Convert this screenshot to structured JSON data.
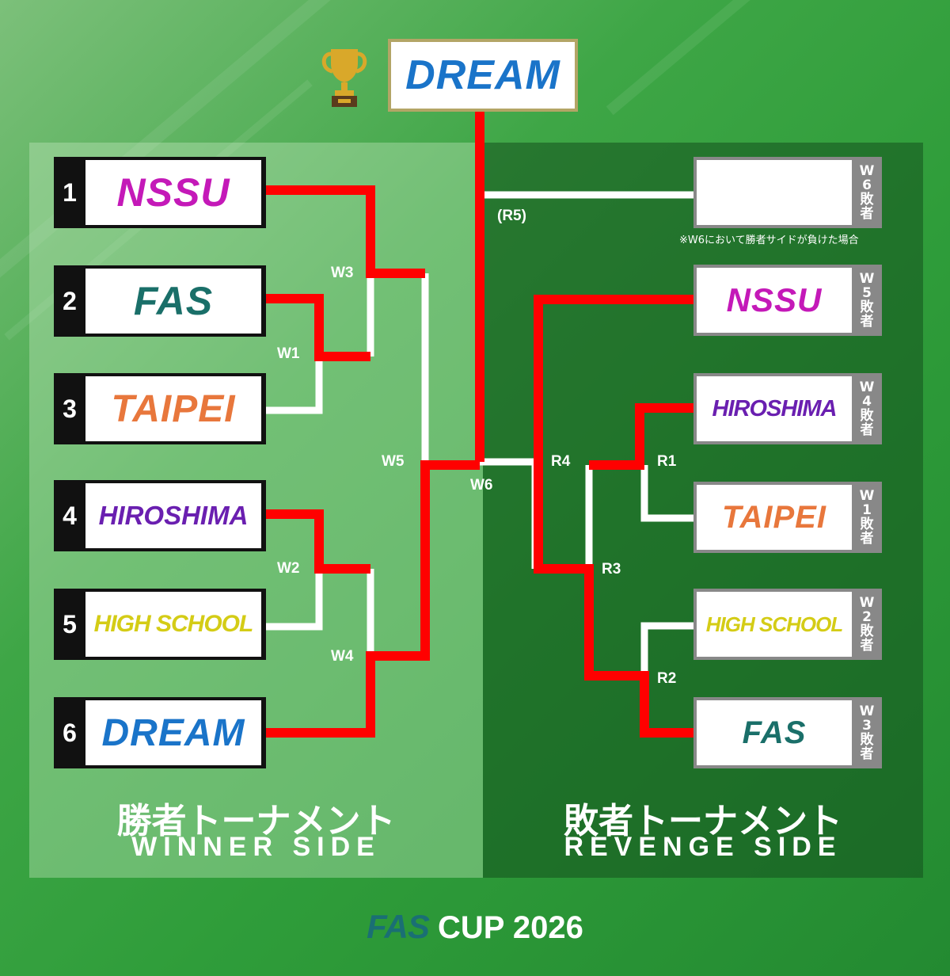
{
  "champion": {
    "name": "DREAM"
  },
  "winner_side": {
    "title_ja": "勝者トーナメント",
    "title_en": "WINNER SIDE",
    "seeds": [
      {
        "seed": "1",
        "team": "NSSU"
      },
      {
        "seed": "2",
        "team": "FAS"
      },
      {
        "seed": "3",
        "team": "TAIPEI"
      },
      {
        "seed": "4",
        "team": "HIROSHIMA"
      },
      {
        "seed": "5",
        "team": "HIGH SCHOOL"
      },
      {
        "seed": "6",
        "team": "DREAM"
      }
    ],
    "matches": {
      "w1": "W1",
      "w2": "W2",
      "w3": "W3",
      "w4": "W4",
      "w5": "W5",
      "w6": "W6"
    }
  },
  "revenge_side": {
    "title_ja": "敗者トーナメント",
    "title_en": "REVENGE SIDE",
    "note": "※W6において勝者サイドが負けた場合",
    "slots": [
      {
        "team": "",
        "tag_match": "W",
        "tag_num": "6",
        "tag_a": "敗",
        "tag_b": "者"
      },
      {
        "team": "NSSU",
        "tag_match": "W",
        "tag_num": "5",
        "tag_a": "敗",
        "tag_b": "者"
      },
      {
        "team": "HIROSHIMA",
        "tag_match": "W",
        "tag_num": "4",
        "tag_a": "敗",
        "tag_b": "者"
      },
      {
        "team": "TAIPEI",
        "tag_match": "W",
        "tag_num": "1",
        "tag_a": "敗",
        "tag_b": "者"
      },
      {
        "team": "HIGH SCHOOL",
        "tag_match": "W",
        "tag_num": "2",
        "tag_a": "敗",
        "tag_b": "者"
      },
      {
        "team": "FAS",
        "tag_match": "W",
        "tag_num": "3",
        "tag_a": "敗",
        "tag_b": "者"
      }
    ],
    "matches": {
      "r1": "R1",
      "r2": "R2",
      "r3": "R3",
      "r4": "R4",
      "r5": "(R5)"
    }
  },
  "footer": {
    "logo": "FAS",
    "event": "CUP 2026"
  },
  "colors": {
    "background": "#2f9d3a",
    "bracket_winner_path": "#ff0000",
    "bracket_line": "#ffffff",
    "champion_border": "#b3a566",
    "nssu": "#c419b8",
    "fas": "#1a6f69",
    "taipei": "#e8773c",
    "hiroshima": "#6a1fb0",
    "high_school": "#d4cc16",
    "dream": "#1a74c9"
  },
  "icons": {
    "trophy": "trophy-icon"
  }
}
